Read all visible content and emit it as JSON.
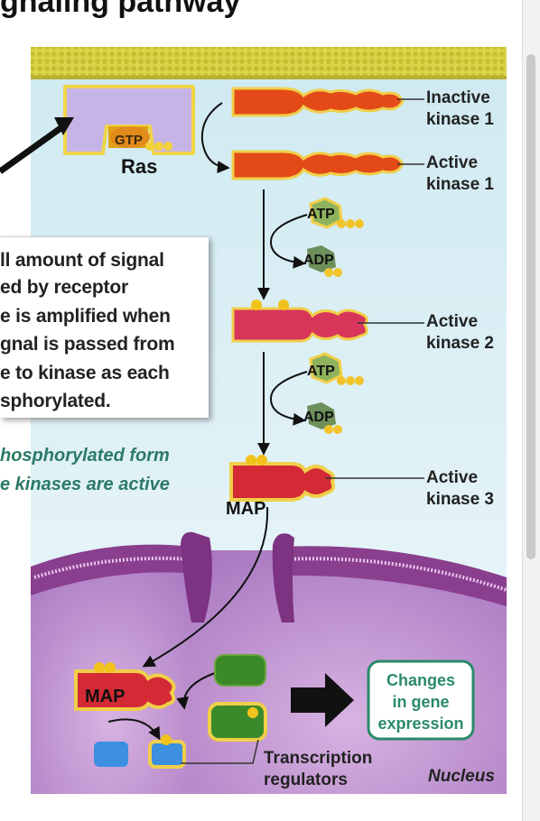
{
  "header": {
    "heading_fragment": "gnaling pathway"
  },
  "diagram": {
    "ras_label": "Ras",
    "gtp_label": "GTP",
    "kinase_labels": {
      "inactive_k1_line1": "Inactive",
      "inactive_k1_line2": "kinase 1",
      "active_k1_line1": "Active",
      "active_k1_line2": "kinase 1",
      "active_k2_line1": "Active",
      "active_k2_line2": "kinase 2",
      "active_k3_line1": "Active",
      "active_k3_line2": "kinase 3"
    },
    "atp_label_1": "ATP",
    "adp_label_1": "ADP",
    "atp_label_2": "ATP",
    "adp_label_2": "ADP",
    "map_label_top": "MAP",
    "map_label_nucleus": "MAP",
    "changes_box": {
      "line1": "Changes",
      "line2": "in gene",
      "line3": "expression"
    },
    "transcription_line1": "Transcription",
    "transcription_line2": "regulators",
    "nucleus_label": "Nucleus"
  },
  "callout": {
    "lines": [
      "ll amount of signal",
      "ed by receptor",
      "e is amplified when",
      "gnal is passed from",
      "e to kinase as each",
      "sphorylated."
    ]
  },
  "note": {
    "lines": [
      "hosphorylated form",
      "e kinases are active"
    ]
  },
  "colors": {
    "membrane_yellow": "#d9d24a",
    "cytoplasm_blue": "#d7eef4",
    "kinase_orange": "#e14a16",
    "kinase_pink": "#d8355a",
    "kinase_red": "#d42a35",
    "phosphate_yellow": "#f2c21c",
    "nucleus_purple": "#b383c8",
    "gene_box_green": "#2a8a6a",
    "note_teal": "#2c7a66"
  }
}
